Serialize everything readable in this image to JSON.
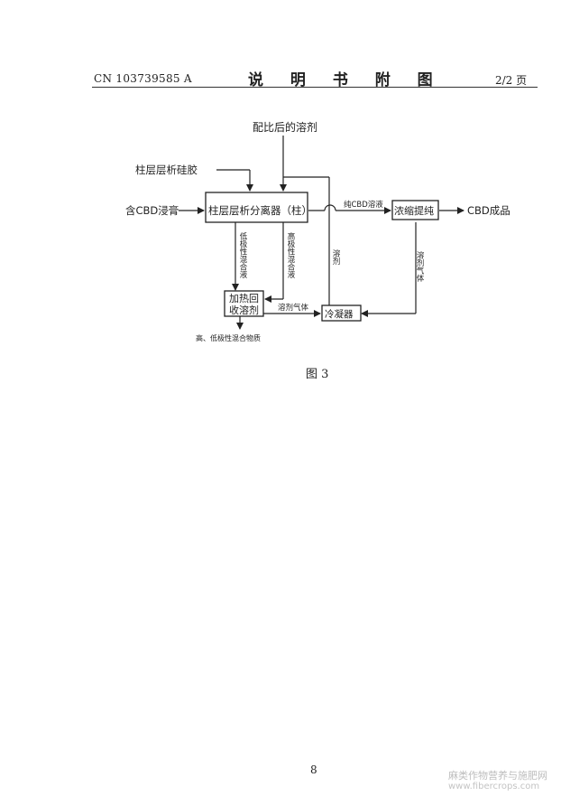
{
  "header": {
    "patent_number": "CN 103739585 A",
    "section_title": "说 明 书 附 图",
    "page_of": "2/2 页"
  },
  "diagram": {
    "top_label": "配比后的溶剂",
    "left_input_silica": "柱层层析硅胶",
    "left_input_paste": "含CBD浸膏",
    "column_box": "柱层层析分离器（柱）",
    "pure_solution_label": "纯CBD溶液",
    "concentrator_box": "浓缩提纯",
    "product_label": "CBD成品",
    "low_polarity_label": "低极性混合液",
    "high_polarity_label": "高极性混合液",
    "solvent_vertical_label": "溶剂",
    "solvent_gas_right_label": "溶剂气体",
    "heater_box_line1": "加热回",
    "heater_box_line2": "收溶剂",
    "solvent_gas_bottom_label": "溶剂气体",
    "condenser_box": "冷凝器",
    "residue_label": "高、低极性混合物质"
  },
  "figure_caption": "图 3",
  "page_number": "8",
  "watermark": {
    "line1": "麻类作物营养与施肥网",
    "line2": "www.fibercrops.com"
  }
}
